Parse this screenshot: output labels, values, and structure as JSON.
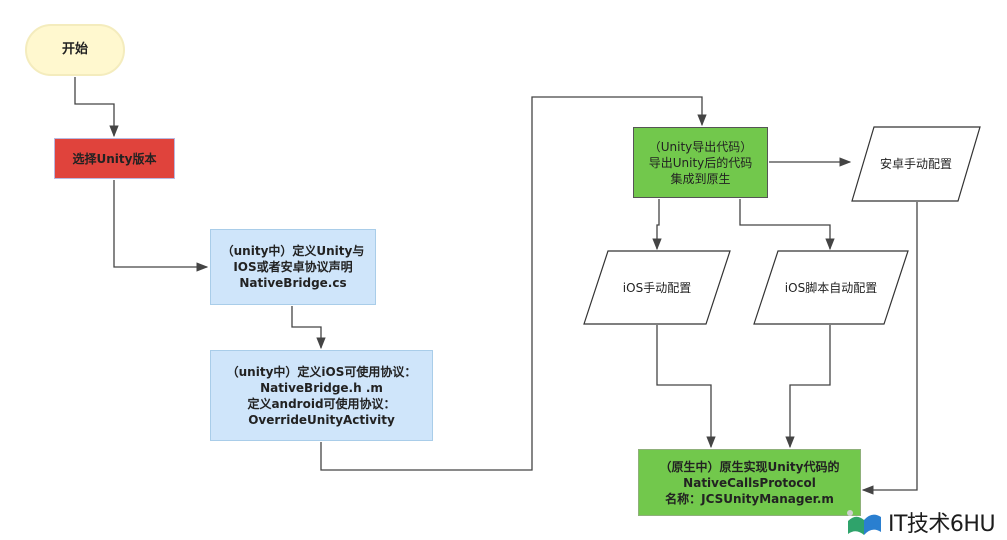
{
  "nodes": {
    "start": {
      "lines": [
        "开始"
      ]
    },
    "select_version": {
      "lines": [
        "选择Unity版本"
      ]
    },
    "define_bridge": {
      "lines": [
        "（unity中）定义Unity与",
        "IOS或者安卓协议声明",
        "NativeBridge.cs"
      ]
    },
    "define_ios_android": {
      "lines": [
        "（unity中）定义iOS可使用协议：",
        "NativeBridge.h .m",
        "定义android可使用协议：",
        "OverrideUnityActivity"
      ]
    },
    "export_code": {
      "lines": [
        "（Unity导出代码）",
        "导出Unity后的代码",
        "集成到原生"
      ]
    },
    "android_manual": {
      "lines": [
        "安卓手动配置"
      ]
    },
    "ios_manual": {
      "lines": [
        "iOS手动配置"
      ]
    },
    "ios_auto": {
      "lines": [
        "iOS脚本自动配置"
      ]
    },
    "native_impl": {
      "lines": [
        "（原生中）原生实现Unity代码的",
        "NativeCallsProtocol",
        "名称：JCSUnityManager.m"
      ]
    }
  },
  "watermark": {
    "text": "IT技术6HU"
  },
  "colors": {
    "start_fill": "#fff8cf",
    "select_fill": "#e0433c",
    "blue_fill": "#cfe5fa",
    "green_fill": "#72c84c",
    "line": "#444444"
  }
}
